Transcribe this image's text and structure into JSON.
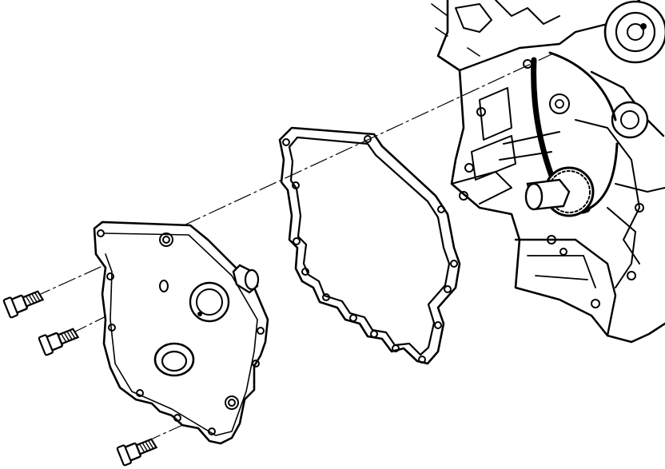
{
  "diagram": {
    "kind": "exploded-assembly-line-drawing",
    "labels": [],
    "colors": {
      "ink": "#000000",
      "background": "#ffffff"
    },
    "parts": [
      {
        "name": "engine-block-assembly"
      },
      {
        "name": "timing-belt"
      },
      {
        "name": "crankshaft-sprocket"
      },
      {
        "name": "gasket"
      },
      {
        "name": "timing-cover"
      },
      {
        "name": "bolt"
      },
      {
        "name": "bolt"
      },
      {
        "name": "bolt"
      }
    ]
  }
}
